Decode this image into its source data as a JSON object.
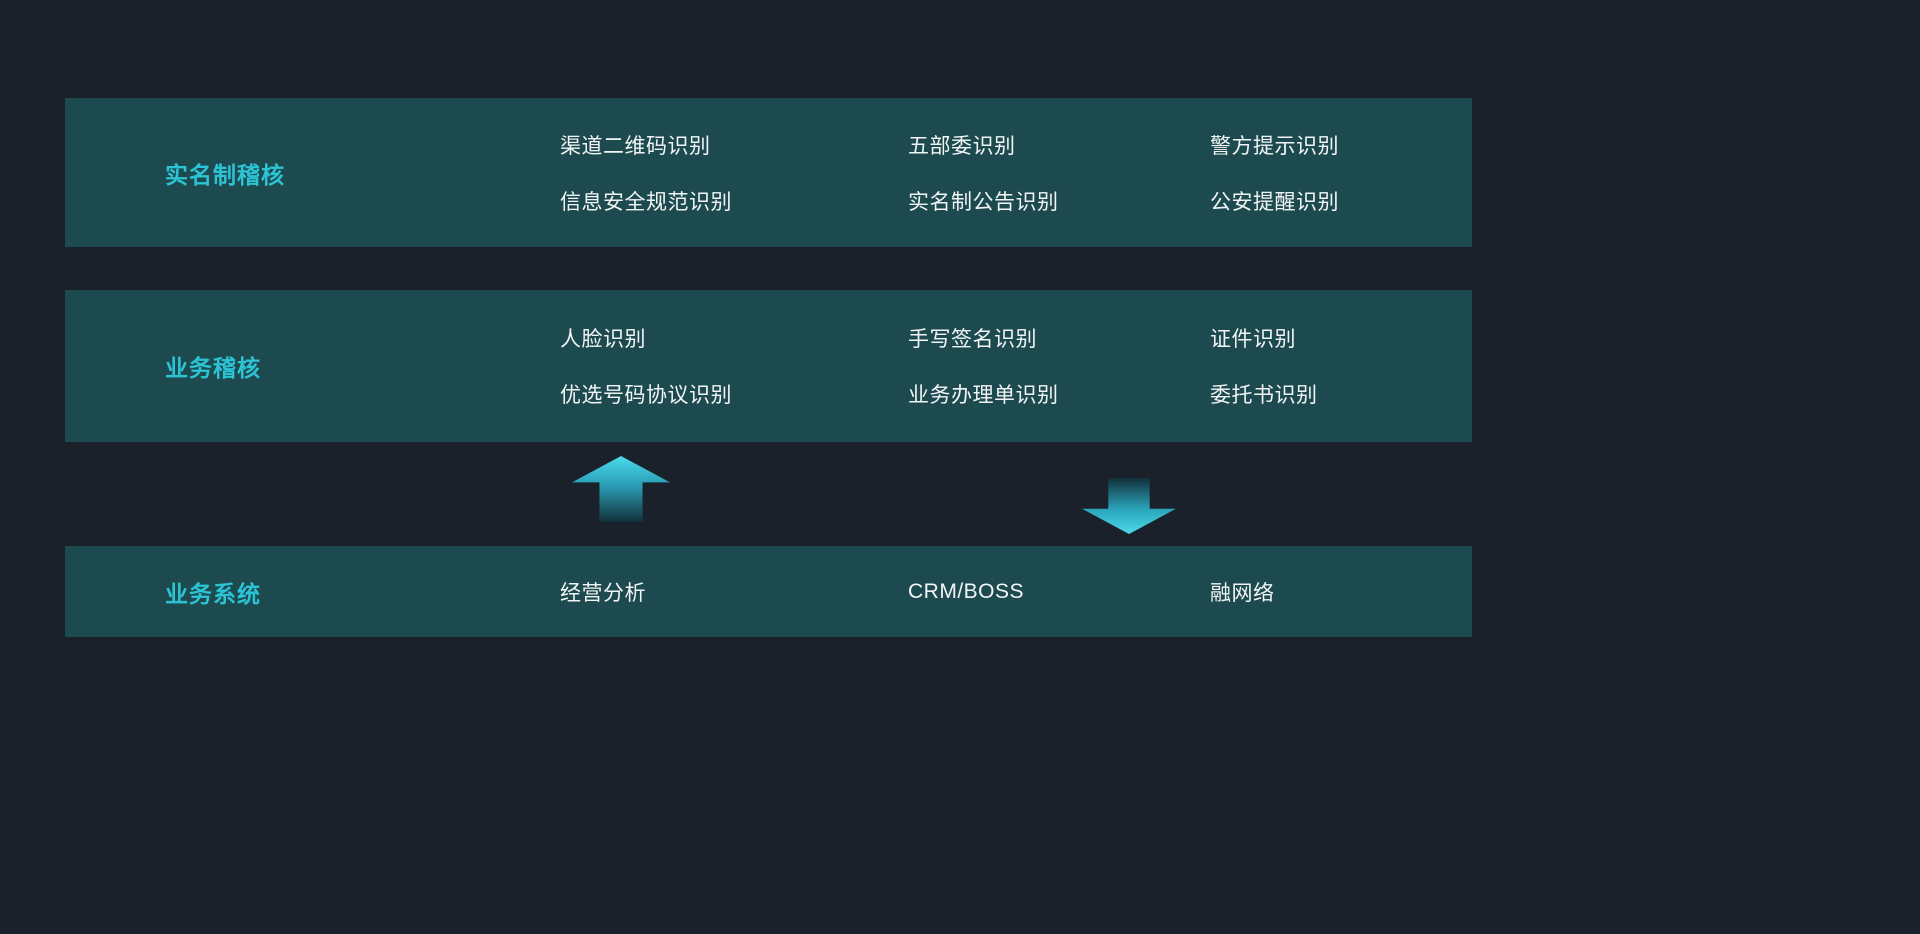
{
  "colors": {
    "background": "#1a212b",
    "band_background": "#1d4a4f",
    "label_accent": "#2cc4d5",
    "item_text": "#f2f5f6",
    "arrow_cyan": "#47d7e9"
  },
  "bands": [
    {
      "label": "实名制稽核",
      "columns": [
        [
          "渠道二维码识别",
          "信息安全规范识别"
        ],
        [
          "五部委识别",
          "实名制公告识别"
        ],
        [
          "警方提示识别",
          "公安提醒识别"
        ]
      ]
    },
    {
      "label": "业务稽核",
      "columns": [
        [
          "人脸识别",
          "优选号码协议识别"
        ],
        [
          "手写签名识别",
          "业务办理单识别"
        ],
        [
          "证件识别",
          "委托书识别"
        ]
      ]
    },
    {
      "label": "业务系统",
      "columns": [
        [
          "经营分析"
        ],
        [
          "CRM/BOSS"
        ],
        [
          "融网络"
        ]
      ]
    }
  ],
  "arrows": [
    {
      "name": "arrow-up-icon",
      "direction": "up"
    },
    {
      "name": "arrow-down-icon",
      "direction": "down"
    }
  ]
}
